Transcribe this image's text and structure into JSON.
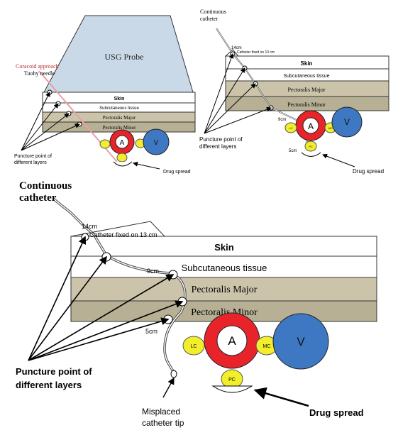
{
  "colors": {
    "probe": "#c9d9e8",
    "skin": "#ffffff",
    "subcutaneous": "#ffffff",
    "pectoralis_major": "#ccc4aa",
    "pectoralis_minor": "#b7b095",
    "artery": "#e8242a",
    "vein": "#3f78c2",
    "nerve": "#f2ee2c",
    "needle": "#e8a0a0",
    "line": "#000000"
  },
  "panel_a": {
    "probe_label": "USG Probe",
    "approach_label_1": "Coracoid approach",
    "approach_label_2": "Tuohy needle",
    "layers": {
      "skin": "Skin",
      "subcutaneous": "Subcutaneous tissue",
      "pec_major": "Pectoralis Major",
      "pec_minor": "Pectoralis Minor"
    },
    "artery": "A",
    "vein": "V",
    "puncture_1": "Puncture point of",
    "puncture_2": "different layers",
    "drug_spread": "Drug spread"
  },
  "panel_b": {
    "catheter_1": "Continuous",
    "catheter_2": "catheter",
    "mark_14": "14cm",
    "fixed_label": "Catheter fixed on 13 cm",
    "mark_9": "9cm",
    "mark_5": "5cm",
    "layers": {
      "skin": "Skin",
      "subcutaneous": "Subcutaneous tissue",
      "pec_major": "Pectoralis Major",
      "pec_minor": "Pectoralis Minor"
    },
    "artery": "A",
    "vein": "V",
    "nerve_lc": "LC",
    "nerve_mc": "MC",
    "nerve_pc": "PC",
    "puncture_1": "Puncture point of",
    "puncture_2": "different layers",
    "drug_spread": "Drug spread"
  },
  "panel_c": {
    "catheter_1": "Continuous",
    "catheter_2": "catheter",
    "mark_14": "14cm",
    "fixed_label": "Catheter fixed on 13 cm",
    "mark_9": "9cm",
    "mark_5": "5cm",
    "layers": {
      "skin": "Skin",
      "subcutaneous": "Subcutaneous tissue",
      "pec_major": "Pectoralis Major",
      "pec_minor": "Pectoralis Minor"
    },
    "artery": "A",
    "vein": "V",
    "nerve_lc": "LC",
    "nerve_mc": "MC",
    "nerve_pc": "PC",
    "puncture_1": "Puncture point of",
    "puncture_2": "different layers",
    "misplaced_1": "Misplaced",
    "misplaced_2": "catheter tip",
    "drug_spread": "Drug spread"
  }
}
